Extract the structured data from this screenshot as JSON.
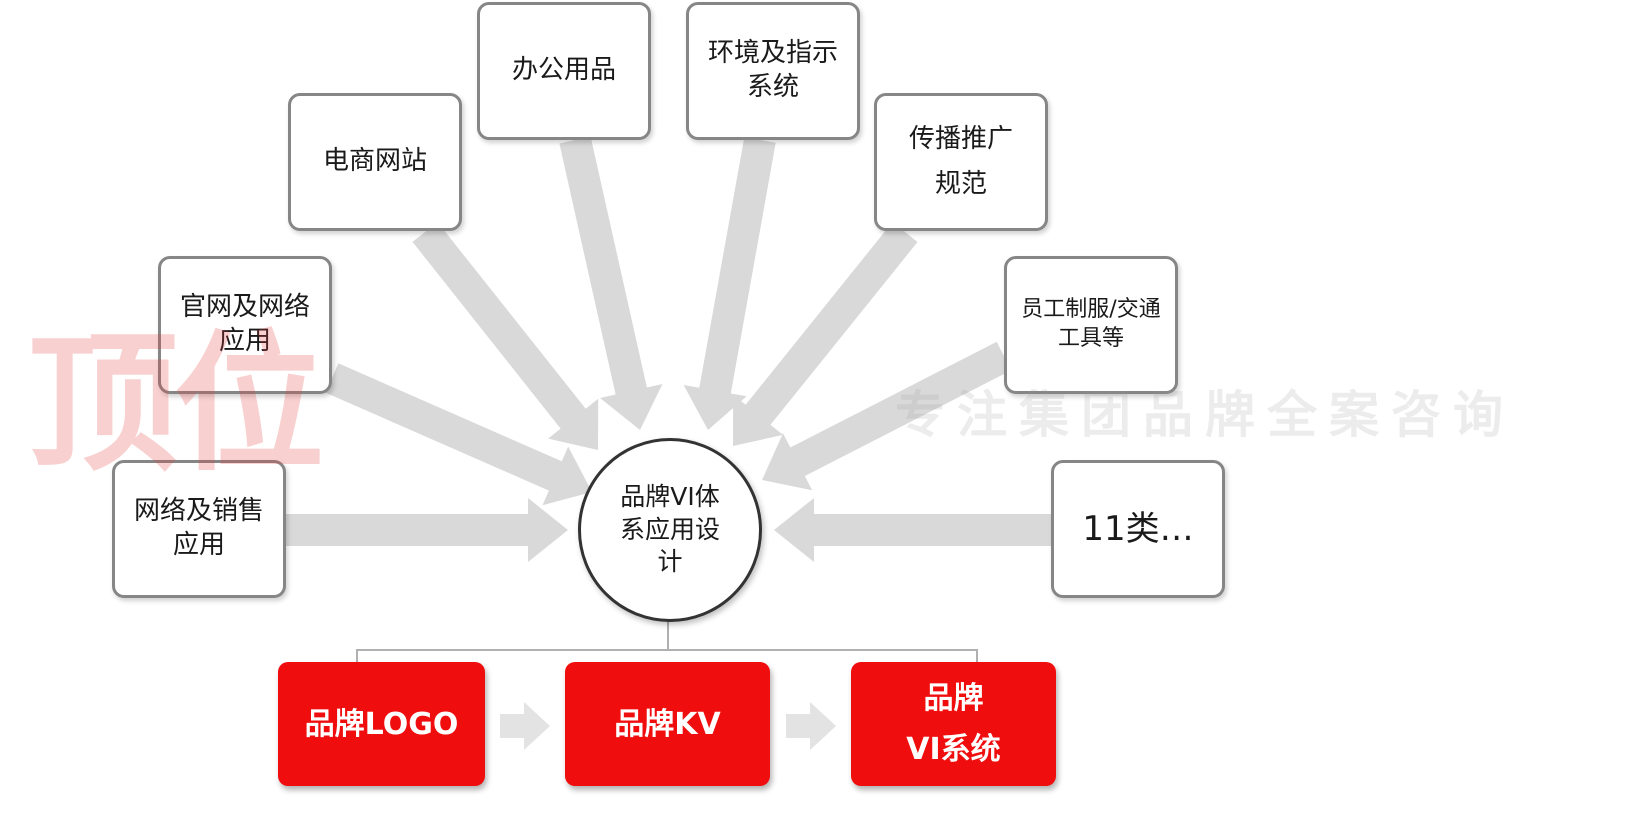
{
  "watermark": {
    "brand": "顶位",
    "slogan": "专注集团品牌全案咨询"
  },
  "hub": {
    "line1": "品牌VI体",
    "line2": "系应用设",
    "line3": "计"
  },
  "nodes": {
    "network_sales": {
      "line1": "网络及销售",
      "line2": "应用"
    },
    "official_site": {
      "line1": "官网及网络",
      "line2": "应用"
    },
    "ecommerce": {
      "line1": "电商网站"
    },
    "office": {
      "line1": "办公用品"
    },
    "environment": {
      "line1": "环境及指示",
      "line2": "系统"
    },
    "promotion": {
      "line1": "传播推广",
      "line2": "规范"
    },
    "uniform": {
      "line1": "员工制服/交通",
      "line2": "工具等"
    },
    "more": {
      "line1": "11类…"
    }
  },
  "process": {
    "logo": {
      "line1": "品牌LOGO"
    },
    "kv": {
      "line1": "品牌KV"
    },
    "vi": {
      "line1": "品牌",
      "line2": "VI系统"
    }
  },
  "colors": {
    "arrow": "#d9d9d9",
    "box_border": "#868686",
    "hub_border": "#333333",
    "process_red": "#f00d0d",
    "connector": "#b0b0b0"
  }
}
